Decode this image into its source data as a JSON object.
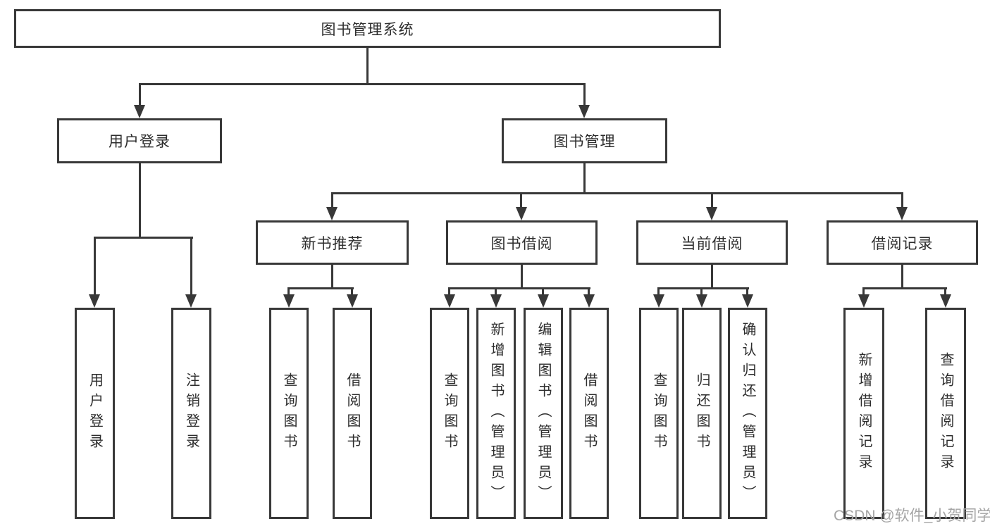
{
  "diagram": {
    "type": "hierarchy-tree",
    "watermark": "CSDN @软件_小贺同学",
    "colors": {
      "line": "#383838",
      "box_border": "#383838",
      "box_fill": "#ffffff",
      "text": "#2d2d2d",
      "watermark": "#a5a5a5",
      "background": "#ffffff"
    },
    "tree": {
      "root": {
        "label": "图书管理系统",
        "children": [
          {
            "label": "用户登录",
            "children": [
              {
                "label": "用户登录"
              },
              {
                "label": "注销登录"
              }
            ]
          },
          {
            "label": "图书管理",
            "children": [
              {
                "label": "新书推荐",
                "children": [
                  {
                    "label": "查询图书"
                  },
                  {
                    "label": "借阅图书"
                  }
                ]
              },
              {
                "label": "图书借阅",
                "children": [
                  {
                    "label": "查询图书"
                  },
                  {
                    "label": "新增图书（管理员）"
                  },
                  {
                    "label": "编辑图书（管理员）"
                  },
                  {
                    "label": "借阅图书"
                  }
                ]
              },
              {
                "label": "当前借阅",
                "children": [
                  {
                    "label": "查询图书"
                  },
                  {
                    "label": "归还图书"
                  },
                  {
                    "label": "确认归还（管理员）"
                  }
                ]
              },
              {
                "label": "借阅记录",
                "children": [
                  {
                    "label": "新增借阅记录"
                  },
                  {
                    "label": "查询借阅记录"
                  }
                ]
              }
            ]
          }
        ]
      }
    }
  }
}
